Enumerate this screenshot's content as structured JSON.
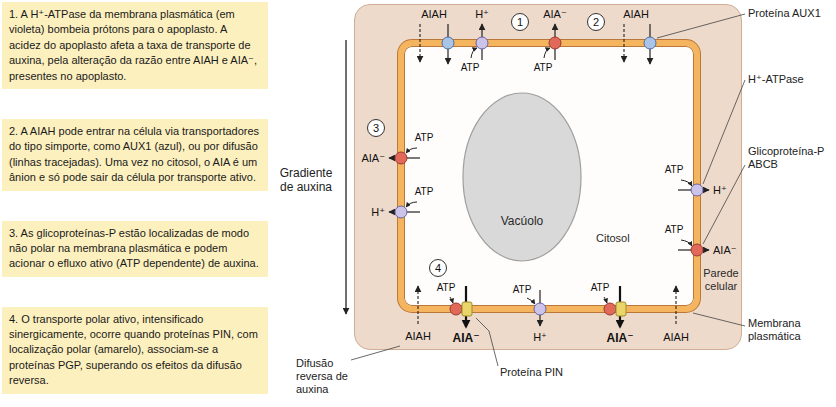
{
  "diagram": {
    "nodes": [
      {
        "text": [
          "1. A H⁺-ATPase da membrana plasmática (em violeta) bombeia prótons para o apoplasto. A acidez do apoplasto afeta a taxa de transporte de auxina, pela alteração da razão entre AIAH e AIA⁻, presentes no apoplasto."
        ]
      },
      {
        "text": [
          "2. A AIAH pode entrar na célula via transportadores do tipo simporte, como AUX1 (azul), ou por difusão (linhas tracejadas). Uma vez no citosol, o AIA é um ânion e só pode sair da célula por transporte ativo."
        ]
      },
      {
        "text": [
          "3. As glicoproteínas-P estão localizadas de modo não polar na membrana plasmática e podem acionar o efluxo ativo (ATP dependente) de auxina."
        ]
      },
      {
        "text": [
          "4. O transporte polar ativo, intensificado sinergicamente, ocorre quando proteínas PIN, com localização polar (amarelo), associam-se a proteínas PGP, superando os efeitos da difusão reversa."
        ]
      },
      {
        "text": [
          "Parede celular"
        ]
      },
      {
        "text": [
          "1"
        ],
        "in": 4
      },
      {
        "text": [
          "2"
        ],
        "in": 4
      },
      {
        "text": [
          "3"
        ],
        "in": 4
      },
      {
        "text": [
          "Citosol"
        ],
        "in": 4
      },
      {
        "text": [
          "Vacúolo"
        ],
        "in": 8
      },
      {
        "text": [
          "4"
        ],
        "in": 8
      }
    ],
    "labels": [
      "AIAH",
      "H⁺",
      "ATP",
      "AIA⁻",
      "ATP",
      "AIAH",
      "ATP",
      "AIA⁻",
      "ATP",
      "H⁺",
      "ATP",
      "H⁺",
      "ATP",
      "AIA⁻",
      "AIAH",
      "ATP",
      "AIA⁻",
      "ATP",
      "H⁺",
      "ATP",
      "AIA⁻",
      "AIAH",
      "Proteína AUX1",
      "H⁺-ATPase",
      "Glicoproteína-P ABCB",
      "Membrana plasmática",
      "Proteína PIN",
      "Difusão reversa de auxina",
      "Gradiente de auxina"
    ]
  }
}
